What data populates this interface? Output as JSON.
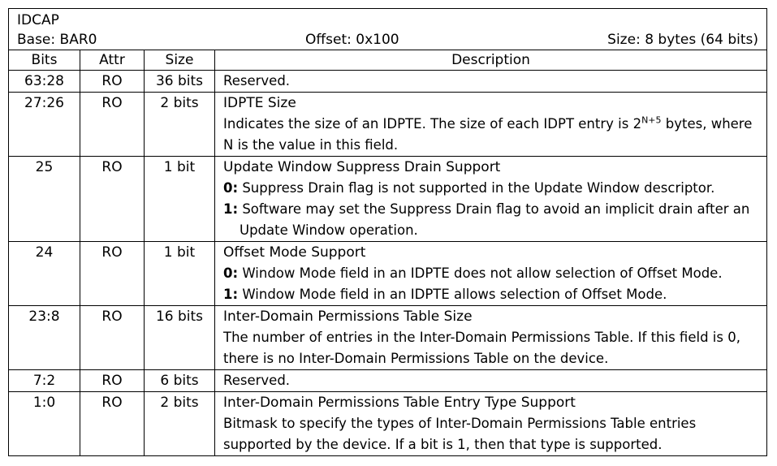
{
  "register": {
    "name": "IDCAP",
    "base": "Base: BAR0",
    "offset": "Offset: 0x100",
    "size": "Size: 8 bytes (64 bits)"
  },
  "columns": {
    "bits": "Bits",
    "attr": "Attr",
    "size": "Size",
    "description": "Description"
  },
  "rows": [
    {
      "bits": "63:28",
      "attr": "RO",
      "size": "36 bits",
      "title": "Reserved."
    },
    {
      "bits": "27:26",
      "attr": "RO",
      "size": "2 bits",
      "title": "IDPTE Size",
      "body_pre": "Indicates the size of an IDPTE. The size of each IDPT entry is 2",
      "body_sup": "N+5",
      "body_post": " bytes, where N is the value in this field."
    },
    {
      "bits": "25",
      "attr": "RO",
      "size": "1 bit",
      "title": "Update Window Suppress Drain Support",
      "item0_key": "0:",
      "item0_text": " Suppress Drain flag is not supported in the Update Window descriptor.",
      "item1_key": "1:",
      "item1_text": " Software may set the Suppress Drain flag to avoid an implicit drain after an Update Window operation."
    },
    {
      "bits": "24",
      "attr": "RO",
      "size": "1 bit",
      "title": "Offset Mode Support",
      "item0_key": "0:",
      "item0_text": " Window Mode field in an IDPTE does not allow selection of Offset Mode.",
      "item1_key": "1:",
      "item1_text": " Window Mode field in an IDPTE allows selection of Offset Mode."
    },
    {
      "bits": "23:8",
      "attr": "RO",
      "size": "16 bits",
      "title": "Inter-Domain Permissions Table Size",
      "body": "The number of entries in the Inter-Domain Permissions Table. If this field is 0, there is no Inter-Domain Permissions Table on the device."
    },
    {
      "bits": "7:2",
      "attr": "RO",
      "size": "6 bits",
      "title": "Reserved."
    },
    {
      "bits": "1:0",
      "attr": "RO",
      "size": "2 bits",
      "title": "Inter-Domain Permissions Table Entry Type Support",
      "body": "Bitmask to specify the types of Inter-Domain Permissions Table entries supported by the device. If a bit is 1, then that type is supported."
    }
  ]
}
